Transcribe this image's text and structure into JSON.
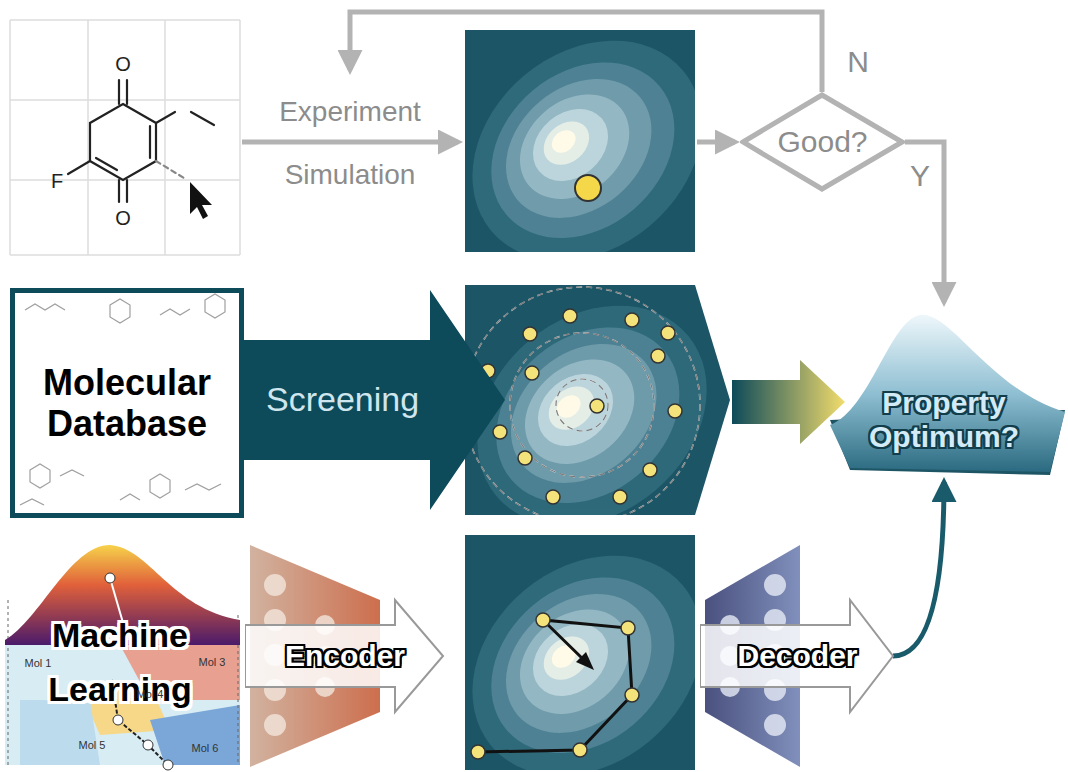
{
  "diagram": {
    "nodes": [
      {
        "text": [
          "Good?"
        ]
      },
      {
        "text": [
          "Molecular Database"
        ]
      },
      {
        "text": [
          "Screening"
        ]
      },
      {
        "text": [
          "Property Optimum?"
        ]
      },
      {
        "text": [
          "Encoder"
        ]
      },
      {
        "text": [
          "Decoder"
        ]
      }
    ],
    "edges": [
      {
        "from": 0,
        "to": 3,
        "arrow": "to",
        "label": "Y"
      },
      {
        "from": 5,
        "to": 3,
        "arrow": "to"
      }
    ],
    "labels": [
      "O",
      "O",
      "F",
      "Experiment",
      "Simulation",
      "N",
      "Machine Learning",
      "Mol 1",
      "Mol 3",
      "Mol 4",
      "Mol 5",
      "Mol 6"
    ]
  }
}
